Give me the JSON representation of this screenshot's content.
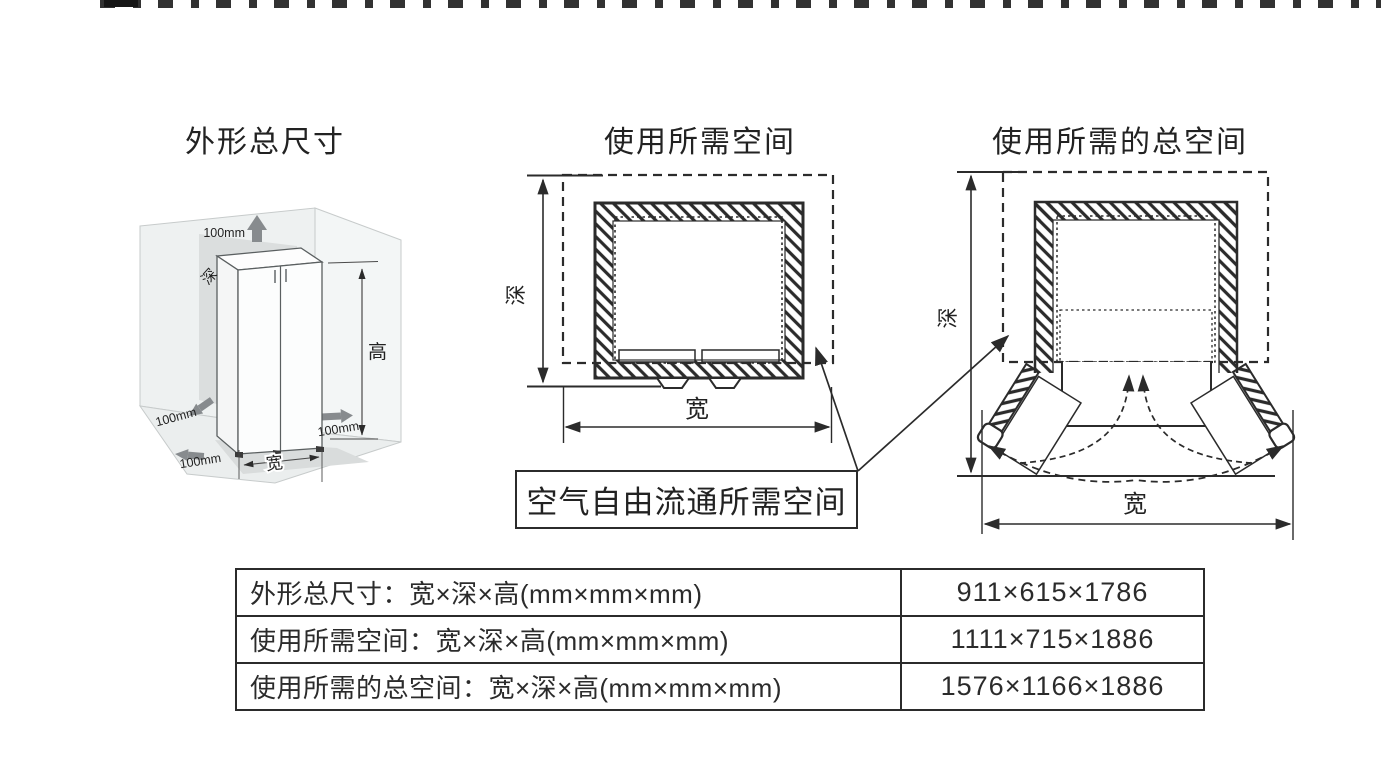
{
  "titles": {
    "overall": "外形总尺寸",
    "required_space": "使用所需空间",
    "total_required_space": "使用所需的总空间"
  },
  "dim_labels": {
    "depth": "深",
    "height": "高",
    "width": "宽"
  },
  "clearance_label": "100mm",
  "callout": {
    "text": "空气自由流通所需空间"
  },
  "table": {
    "rows": [
      {
        "spec": "外形总尺寸：宽×深×高(mm×mm×mm)",
        "value": "911×615×1786"
      },
      {
        "spec": "使用所需空间：宽×深×高(mm×mm×mm)",
        "value": "1111×715×1886"
      },
      {
        "spec": "使用所需的总空间：宽×深×高(mm×mm×mm)",
        "value": "1576×1166×1886"
      }
    ]
  },
  "colors": {
    "ink": "#2b2b2b",
    "arrow_gray": "#878b8e",
    "wall_gray": "#eef1f1"
  }
}
